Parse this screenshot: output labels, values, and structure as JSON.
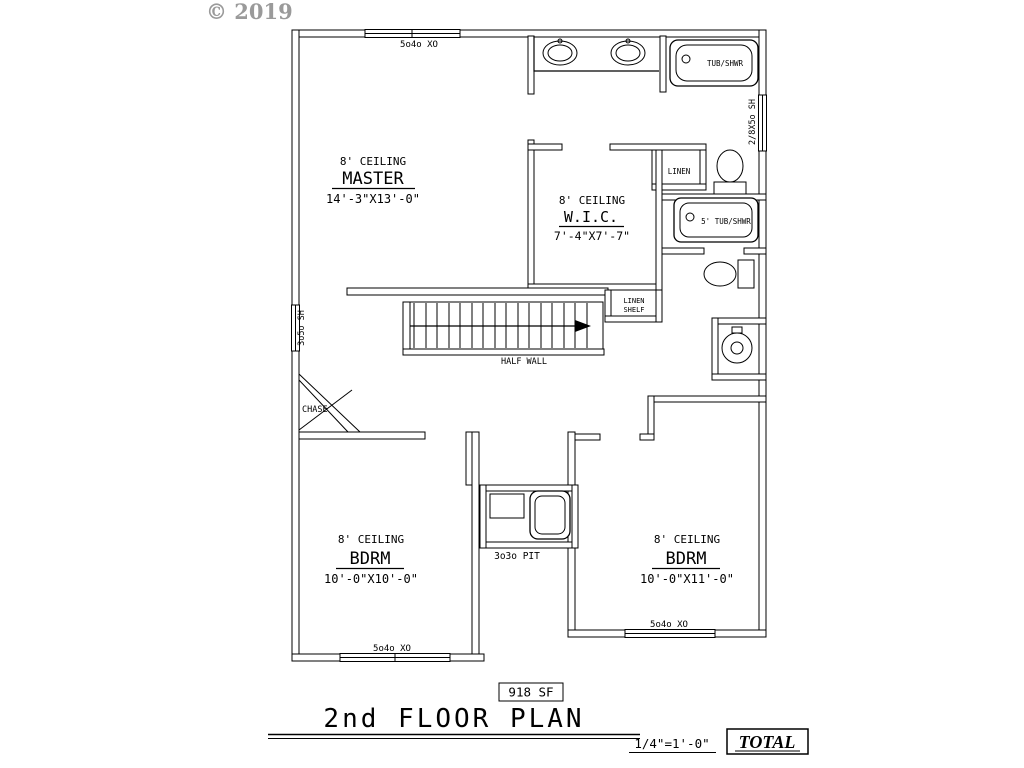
{
  "colors": {
    "line": "#000000",
    "watermark": "#9a9a9a",
    "background": "#ffffff"
  },
  "copyright": "© 2019",
  "rooms": {
    "master": {
      "ceiling": "8' CEILING",
      "name": "MASTER",
      "dims": "14'-3\"X13'-0\""
    },
    "wic": {
      "ceiling": "8' CEILING",
      "name": "W.I.C.",
      "dims": "7'-4\"X7'-7\""
    },
    "bdrm_left": {
      "ceiling": "8' CEILING",
      "name": "BDRM",
      "dims": "10'-0\"X10'-0\""
    },
    "bdrm_right": {
      "ceiling": "8' CEILING",
      "name": "BDRM",
      "dims": "10'-0\"X11'-0\""
    }
  },
  "fixtures": {
    "tub_top": "TUB/SHWR",
    "tub_right": "5' TUB/SHWR",
    "linen": "LINEN",
    "linen_shelf_line1": "LINEN",
    "linen_shelf_line2": "SHELF",
    "half_wall": "HALF WALL",
    "chase": "CHASE",
    "pit": "3o3o PIT"
  },
  "windows": {
    "top": "5o4o XO",
    "right": "2/8X5o SH",
    "left": "3o5o SH",
    "bottom_left": "5o4o XO",
    "bottom_right": "5o4o XO"
  },
  "footer": {
    "area": "918 SF",
    "title": "2nd FLOOR PLAN",
    "scale": "1/4\"=1'-0\"",
    "total": "TOTAL"
  }
}
